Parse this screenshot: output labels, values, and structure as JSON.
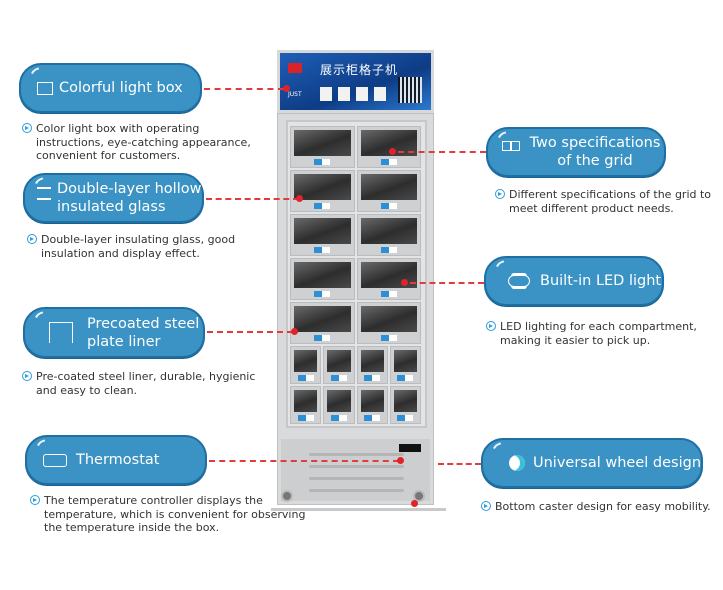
{
  "product": {
    "topbox_title_cn": "展示柜格子机",
    "brand_text": "JUST"
  },
  "features": [
    {
      "id": "colorful-light-box",
      "icon": "rectangle-icon",
      "title": "Colorful light box",
      "description": "Color light box with operating instructions, eye-catching appearance, convenient for customers."
    },
    {
      "id": "double-layer-glass",
      "icon": "double-line-icon",
      "title": "Double-layer hollow insulated glass",
      "description": "Double-layer insulating glass, good insulation and display effect."
    },
    {
      "id": "precoated-steel",
      "icon": "liner-frame-icon",
      "title": "Precoated steel plate liner",
      "description": "Pre-coated steel liner, durable, hygienic and easy to clean."
    },
    {
      "id": "thermostat",
      "icon": "thermostat-display-icon",
      "title": "Thermostat",
      "description": "The temperature controller displays the temperature, which is convenient for observing the temperature inside the box."
    },
    {
      "id": "two-specifications",
      "icon": "double-grid-icon",
      "title": "Two specifications of the grid",
      "description": "Different specifications of the grid to meet different product needs."
    },
    {
      "id": "led-light",
      "icon": "led-light-icon",
      "title": "Built-in LED light",
      "description": "LED lighting for each compartment, making it easier to pick up."
    },
    {
      "id": "universal-wheel",
      "icon": "wheel-icon",
      "title": "Universal wheel design",
      "description": "Bottom caster design for easy mobility."
    }
  ],
  "colors": {
    "pill": "#3a93c4",
    "pill_border": "#1f6fa3",
    "leader": "#e33b3b",
    "arrow": "#2a9ed8"
  }
}
